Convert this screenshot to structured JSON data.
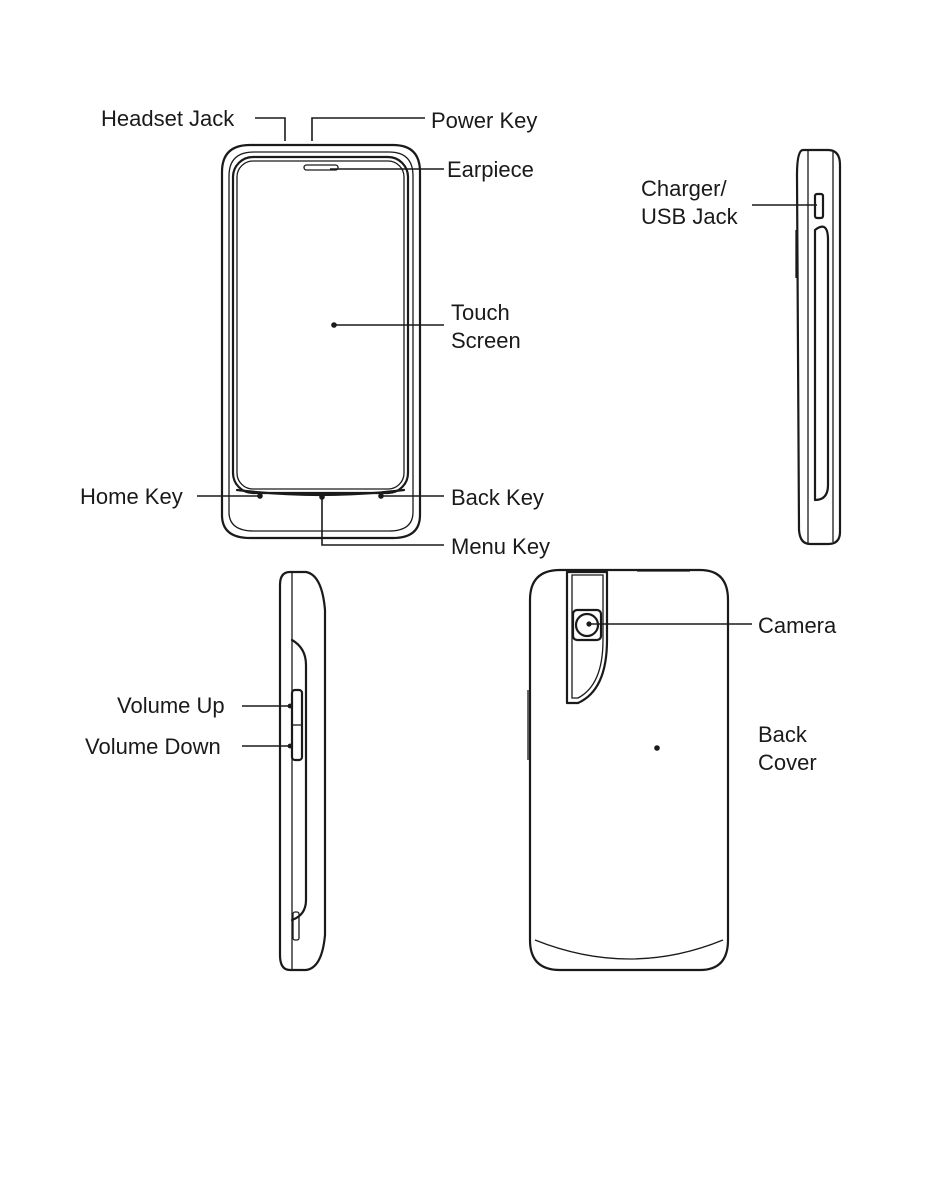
{
  "labels": {
    "headset_jack": "Headset Jack",
    "power_key": "Power Key",
    "earpiece": "Earpiece",
    "touch_screen": [
      "Touch",
      "Screen"
    ],
    "home_key": "Home Key",
    "back_key": "Back Key",
    "menu_key": "Menu Key",
    "charger_usb_jack": [
      "Charger/",
      "USB Jack"
    ],
    "volume_up": "Volume Up",
    "volume_down": "Volume Down",
    "camera": "Camera",
    "back_cover": [
      "Back",
      "Cover"
    ]
  },
  "colors": {
    "line": "#1a1a1a",
    "background": "#ffffff"
  }
}
